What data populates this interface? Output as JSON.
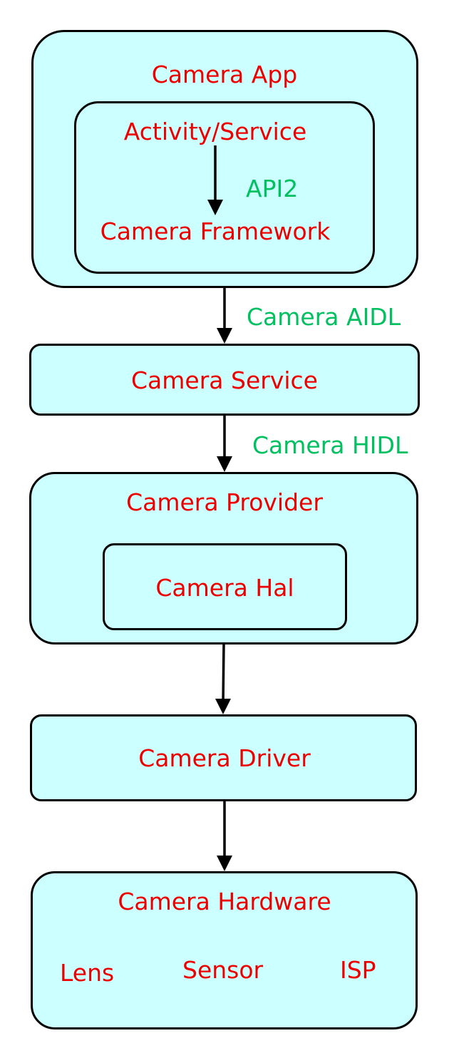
{
  "colors": {
    "box_fill": "#ccffff",
    "border": "#000000",
    "label": "#ee0000",
    "interface": "#00c060"
  },
  "camera_app": {
    "title": "Camera App",
    "activity_service": "Activity/Service",
    "api_label": "API2",
    "framework": "Camera Framework"
  },
  "edges": {
    "aidl": "Camera AIDL",
    "hidl": "Camera HIDL"
  },
  "camera_service": {
    "title": "Camera Service"
  },
  "camera_provider": {
    "title": "Camera Provider",
    "hal": "Camera Hal"
  },
  "camera_driver": {
    "title": "Camera Driver"
  },
  "camera_hardware": {
    "title": "Camera Hardware",
    "lens": "Lens",
    "sensor": "Sensor",
    "isp": "ISP"
  }
}
